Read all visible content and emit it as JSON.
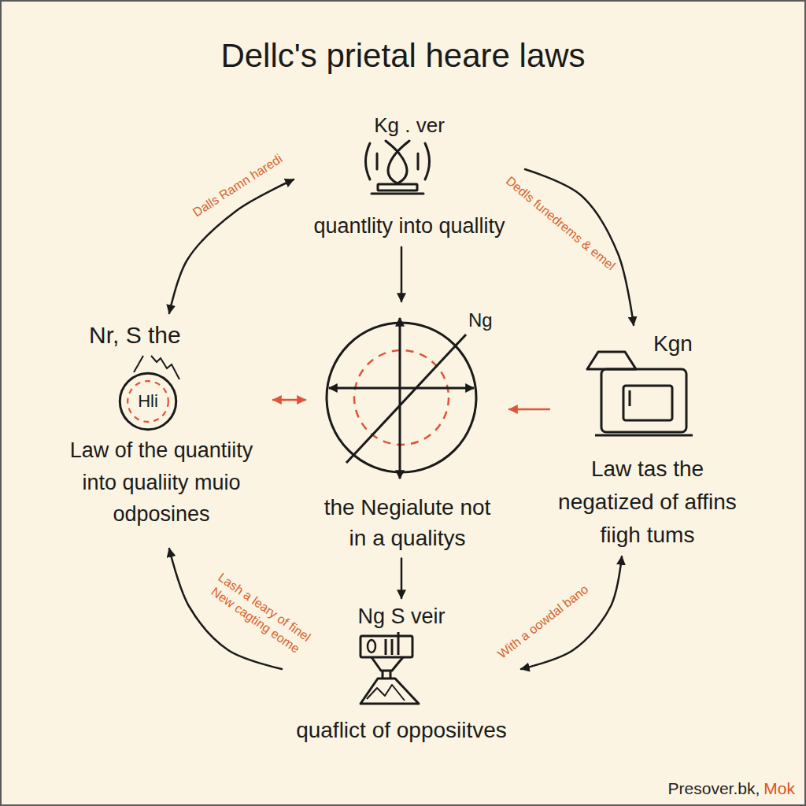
{
  "diagram": {
    "title": "Dellc's prietal heare laws",
    "nodes": [
      {
        "text": [
          "Kg . ver",
          "quantlity into quallity"
        ]
      },
      {
        "text": [
          "Nr, S the",
          "Law of the quantiity into qualiity muio odposines"
        ]
      },
      {
        "text": [
          "Hli"
        ],
        "in": 1
      },
      {
        "text": [
          "Ng",
          "the Negialute not in a qualitys"
        ]
      },
      {
        "text": [
          "Kgn",
          "Law tas the negatized of affins fiigh tums"
        ]
      },
      {
        "text": [
          "Ng S veir",
          "quaflict of opposiitves"
        ]
      }
    ],
    "edges": [
      {
        "from": 1,
        "to": 0,
        "arrow": "both",
        "label": "Dalls Ramn haredi"
      },
      {
        "from": 0,
        "to": 4,
        "arrow": "to",
        "label": "Dedls funedrems & emel"
      },
      {
        "from": 0,
        "to": 3,
        "arrow": "to"
      },
      {
        "from": 1,
        "to": 3,
        "arrow": "both"
      },
      {
        "from": 4,
        "to": 3,
        "arrow": "to"
      },
      {
        "from": 3,
        "to": 5,
        "arrow": "to"
      },
      {
        "from": 5,
        "to": 1,
        "arrow": "to",
        "label": "Lash a leary of finel New cagting eome"
      },
      {
        "from": 5,
        "to": 4,
        "arrow": "both",
        "label": "With a oowdal bano"
      }
    ],
    "labels": [
      "Presover.bk,",
      "Mok"
    ]
  }
}
